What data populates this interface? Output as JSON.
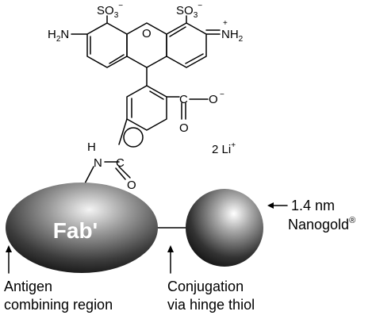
{
  "structure": {
    "so3_left": "SO",
    "so3_left_sub": "3",
    "so3_left_charge": "−",
    "so3_right": "SO",
    "so3_right_sub": "3",
    "so3_right_charge": "−",
    "h2n": "H",
    "h2n_sub": "2",
    "h2n_n": "N",
    "o_bridge": "O",
    "nh2": "NH",
    "nh2_sub": "2",
    "nh2_charge": "+",
    "carboxylate": "C",
    "carbonyl_o": "O",
    "carboxy_o": "O",
    "carboxy_charge": "−",
    "counterion": "2 Li",
    "counterion_charge": "+",
    "amide_h": "H",
    "amide_n": "N",
    "amide_c": "C",
    "amide_o": "O"
  },
  "labels": {
    "fab": "Fab'",
    "nanogold_size": "1.4 nm",
    "nanogold_name": "Nanogold",
    "nanogold_mark": "®",
    "antigen_line1": "Antigen",
    "antigen_line2": "combining region",
    "conjugation_line1": "Conjugation",
    "conjugation_line2": "via hinge thiol"
  },
  "colors": {
    "sphere_dark": "#1a1a1a",
    "sphere_light": "#d9d9d9"
  }
}
